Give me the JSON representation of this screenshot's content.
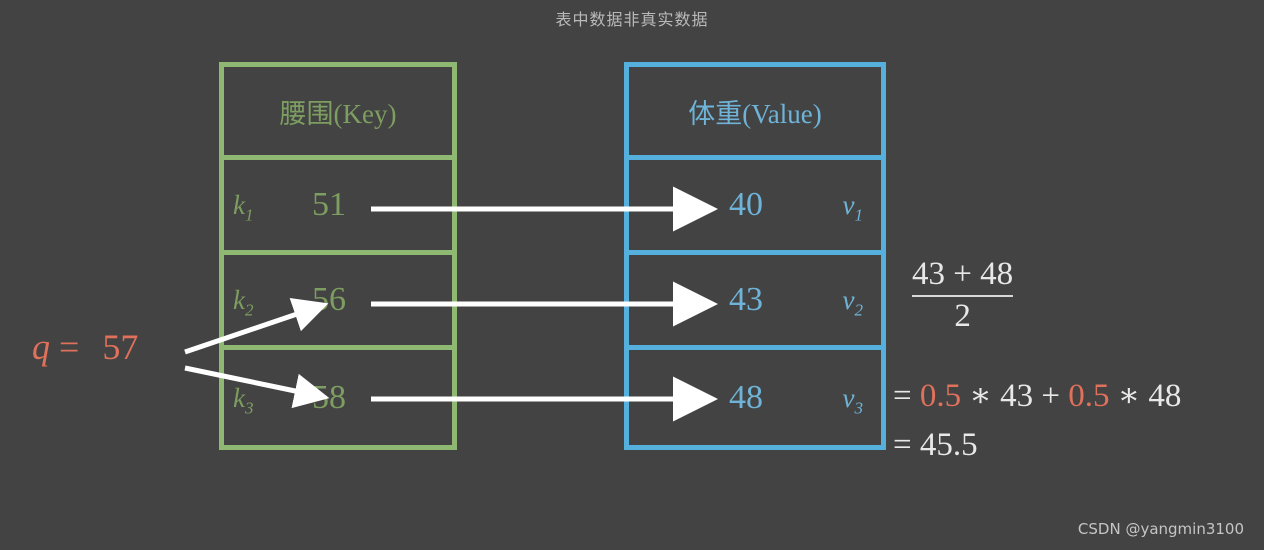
{
  "caption": "表中数据非真实数据",
  "key_table": {
    "header": "腰围(Key)",
    "border_color": "#8fb872",
    "text_color": "#7d9e60",
    "rows": [
      {
        "symbol": "k",
        "subscript": "1",
        "value": "51"
      },
      {
        "symbol": "k",
        "subscript": "2",
        "value": "56"
      },
      {
        "symbol": "k",
        "subscript": "3",
        "value": "58"
      }
    ]
  },
  "value_table": {
    "header": "体重(Value)",
    "border_color": "#56b0dd",
    "text_color": "#6fb4d8",
    "rows": [
      {
        "symbol": "v",
        "subscript": "1",
        "value": "40"
      },
      {
        "symbol": "v",
        "subscript": "2",
        "value": "43"
      },
      {
        "symbol": "v",
        "subscript": "3",
        "value": "48"
      }
    ]
  },
  "query": {
    "symbol": "q",
    "equals": "=",
    "value": "57",
    "color": "#e0715a"
  },
  "math": {
    "fraction": {
      "numerator": "43 + 48",
      "denominator": "2"
    },
    "line1": {
      "equals": "=",
      "coef1": "0.5",
      "op1": "∗",
      "term1": "43",
      "plus": "+",
      "coef2": "0.5",
      "op2": "∗",
      "term2": "48"
    },
    "line2": {
      "equals": "=",
      "result": "45.5"
    },
    "coef_color": "#e0715a"
  },
  "watermark": "CSDN @yangmin3100",
  "background_color": "#434343",
  "arrow_color": "#ffffff"
}
